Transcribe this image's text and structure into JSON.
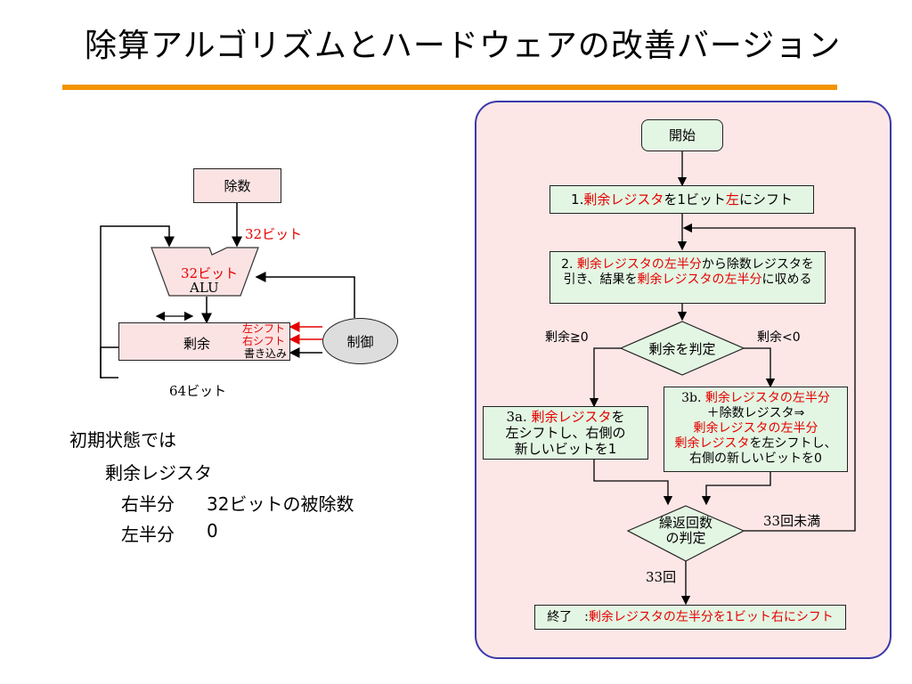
{
  "slide": {
    "title": "除算アルゴリズムとハードウェアの改善バージョン"
  },
  "hardware": {
    "divisor": "除数",
    "divisor_bits": "32ビット",
    "alu_bits": "32ビット",
    "alu": "ALU",
    "remainder": "剰余",
    "shift_left": "左シフト",
    "shift_right": "右シフト",
    "write": "書き込み",
    "control": "制御",
    "remainder_bits": "64ビット"
  },
  "notes": {
    "initial": "初期状態では",
    "reg": "剰余レジスタ",
    "right_label": "右半分",
    "right_value": "32ビットの被除数",
    "left_label": "左半分",
    "left_value": "0"
  },
  "flow": {
    "start": "開始",
    "step1": {
      "prefix": "1. ",
      "r1": "剰余レジスタ",
      "m1": "を1ビット",
      "r2": "左",
      "m2": "にシフト"
    },
    "step2": {
      "prefix": "2. ",
      "r1": "剰余レジスタの左半分",
      "m1": "から除数レジスタを",
      "m2": "引き、結果を",
      "r2": "剰余レジスタの左半分",
      "m3": "に収める"
    },
    "decision": "剰余を判定",
    "ge0": "剰余≧0",
    "lt0": "剰余<0",
    "step3a": {
      "prefix": "3a. ",
      "r1": "剰余レジスタ",
      "m1": "を",
      "line2": "左シフトし、右側の",
      "line3": "新しいビットを1"
    },
    "step3b": {
      "prefix": "3b. ",
      "r1": "剰余レジスタの左半分",
      "line2": "＋除数レジスタ⇒",
      "r2": "剰余レジスタの左半分",
      "r3": "剰余レジスタ",
      "m3": "を左シフトし、",
      "line5": "右側の新しいビットを0"
    },
    "loop_l1": "繰返回数",
    "loop_l2": "の判定",
    "less33": "33回未満",
    "eq33": "33回",
    "end": {
      "prefix": "終了　:",
      "r1": "剰余レジスタの左半分を1ビット右にシフト"
    }
  },
  "colors": {
    "accent_rule": "#f29400",
    "panel_border": "#3a3aa8",
    "panel_bg": "#fde6e6",
    "box_green": "#e3f6e3",
    "box_pink": "#fbe3e3",
    "highlight": "#e60000"
  }
}
